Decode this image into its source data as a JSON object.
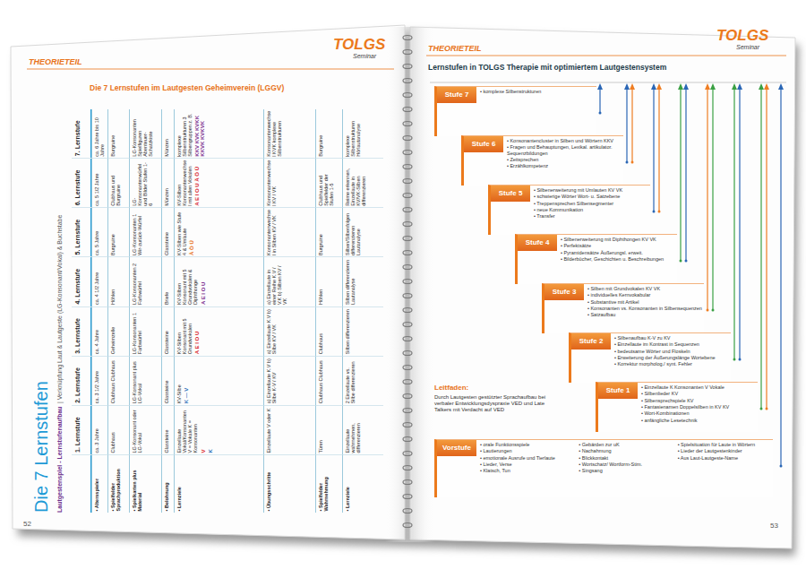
{
  "diagram": {
    "nodes": [
      {
        "text": [
          "Stufe 7",
          "• komplexe Silbenstrukturen"
        ]
      },
      {
        "text": [
          "Stufe 6",
          "• Konsonantencluster in Silben und Wörtern KKV",
          "• Fragen und Behauptungen, Lexikal. artikulator. Sequenzbildungen",
          "• Zeitsprechen",
          "• Erzählkompetenz"
        ]
      },
      {
        "text": [
          "Stufe 5",
          "• Silbenerweiterung mit Umlauten KV VK",
          "• schwierige Wörter Wort- u. Satzebene",
          "• Treppensprechen Silbensegmenter",
          "• neue Kommunikation",
          "• Transfer"
        ]
      },
      {
        "text": [
          "Stufe 4",
          "• Silbenerweiterung mit Diphthongen KV VK",
          "• Perfektsätze",
          "• Pyramidensätze Äußerungsl. erweit.",
          "• Bilderbücher, Geschichten u. Beschreibungen"
        ]
      },
      {
        "text": [
          "Stufe 3",
          "• Silben mit Grundvokalen KV VK",
          "• individuelles Kernvokabular",
          "• Substantive mit Artikel",
          "• Konsonanten vs. Konsonanten in Silbensequenzen",
          "• Satzaufbau"
        ]
      },
      {
        "text": [
          "Stufe 2",
          "• Silbenaufbau K-V zu KV",
          "• Einzellaute im Kontrast in Sequenzen",
          "• bedeutsame Wörter und Floskeln",
          "• Erweiterung der Äußerungslänge Wortebene",
          "• Korrektur morpholog./ synt. Fehler"
        ]
      },
      {
        "text": [
          "Stufe 1",
          "• Einzellaute K Konsonanten V Vokale",
          "• Silbenlieder KV",
          "• Silbensprechspiele KV",
          "• Fantasienamen Doppelsilben in KV KV",
          "• Wort-Kombinationen",
          "• anfängliche Lesetechnik"
        ]
      },
      {
        "text": [
          "Vorstufe",
          "• orale Funktionsspiele",
          "• Lautierungen",
          "• emotionale Ausrufe und Tierlaute",
          "• Lieder, Verse",
          "• Klatsch, Tun",
          "• Gebärden zur uK",
          "• Nachahmung",
          "• Blickkontakt",
          "• Wortschatz/ Wortform-Stim.",
          "• Singsang",
          "• Spielsituation für Laute in Wörtern",
          "• Lieder der Lautgestenkinder",
          "• Aus Laut-Lautgeste-Name"
        ]
      }
    ],
    "labels": [
      "THEORIETEIL",
      "TOLGS",
      "Seminar",
      "Die 7 Lernstufen im Lautgesten Geheimverein (LGGV)",
      "Die 7 Lernstufen",
      "Lautgestenspiel - Lernstufenaufbau",
      "| Verknüpfung Laut & Lautgeste (LG-Konsonant/Vokal) & Buchstabe",
      "1. Lernstufe",
      "2. Lernstufe",
      "3. Lernstufe",
      "4. Lernstufe",
      "5. Lernstufe",
      "6. Lernstufe",
      "7. Lernstufe",
      "• Altersspieler",
      "ca. 3 Jahre",
      "ca. 3 1/2 Jahre",
      "ca. 4 Jahre",
      "ca. 4 1/2 Jahre",
      "ca. 5 Jahre",
      "ca. 5 1/2 Jahre",
      "ca. 6 Jahre bis 10 Jahre",
      "• Spielfelder Sprachproduktion",
      "Clubhaus",
      "Clubhaus Clubhaus",
      "Geheimzelle",
      "Höhlen",
      "Burgruine",
      "Clubhaus und Burgruine",
      "Burgruine",
      "• Spielkarten plus Material",
      "LG-Konsonant oder LG-Vokal",
      "LG-Konsonant plus LG-Vokal",
      "LG-Konsonanten 1 Farbwürfel",
      "LG-Konsonanten 2 Farbwürfel",
      "LG-Konsonanten 1 Wir-zurück-Würfel",
      "LG-Konsonantenwürfel und Bilder Stufen 1-6",
      "LG-Konsonanten Spielfiguren Abenteuer-Schatzkiste",
      "• Belohnung",
      "Glassteine",
      "Glassteine",
      "Glassteine",
      "Briefe",
      "Glassteine",
      "Münzen",
      "Münzen",
      "• Lernziele",
      "Einzellaute Vokal/Konsonanten V = Vokale K = Konsonanten",
      "KV-Silbe",
      "KV-Silben Konsonant mit 5 Grundvokalen",
      "KV-Silben Konsonant mit 5 Grundvokalen & Diphthonge",
      "KV-Silben wie Stufe 4 & Umlaute",
      "KV-Silben Konsonantenwechsel mit allen Vokalen",
      "komplexe Silbenstrukturen 3 Silbengruppen z. B.",
      "• Übungsschritte",
      "Einzellaute V oder K",
      "a) Einzellaute K.V b) Silbe K-V / KV",
      "a) Einzellaute K.V b) Silbe KV / VK",
      "a) Einzellaute in einer Reihe K.V / V.K b) Silben KV / VK",
      "Konsonantenwechsel in Silben KV / VK",
      "Konsonantenwechsel KV / VK",
      "Konsonantenwechsel KVK komplexe Silbenstrukturen",
      "• Spielfelder Wahrnehmung",
      "Türen",
      "Clubhaus Clubhaus",
      "Clubhaus",
      "Höhlen",
      "Burgruine",
      "Clubhaus und Spielfelder der Stufen 1-5",
      "Burgruine",
      "• Lernziele",
      "Einzellaute wahrnehmen, differenzieren",
      "2 Einzellaute vs. Silbe differenzieren",
      "Silben differenzieren",
      "Silben differenzieren Lautanalyse",
      "Silben/Silbenfolgen differenzieren Lautanalyse",
      "Reime erkennen, Einzellaute in KV/VK-Silben differenzieren",
      "komplexe Silbenstrukturen Hörlautanalyse",
      "52",
      "THEORIETEIL",
      "TOLGS",
      "Seminar",
      "Lernstufen in TOLGS Therapie mit optimiertem Lautgestensystem",
      "Leitfaden:",
      "Durch Lautgesten gestützter Sprachaufbau bei verbaler Entwicklungsdyspraxie VED und Late Talkers mit Verdacht auf VED",
      "53",
      "V",
      "K",
      "K — V",
      "A E I O U",
      "A E I O U",
      "Ä Ö Ü",
      "A E I O U Ä Ö Ü",
      "KKV KVK KVKK KKVK KVKVK"
    ]
  }
}
